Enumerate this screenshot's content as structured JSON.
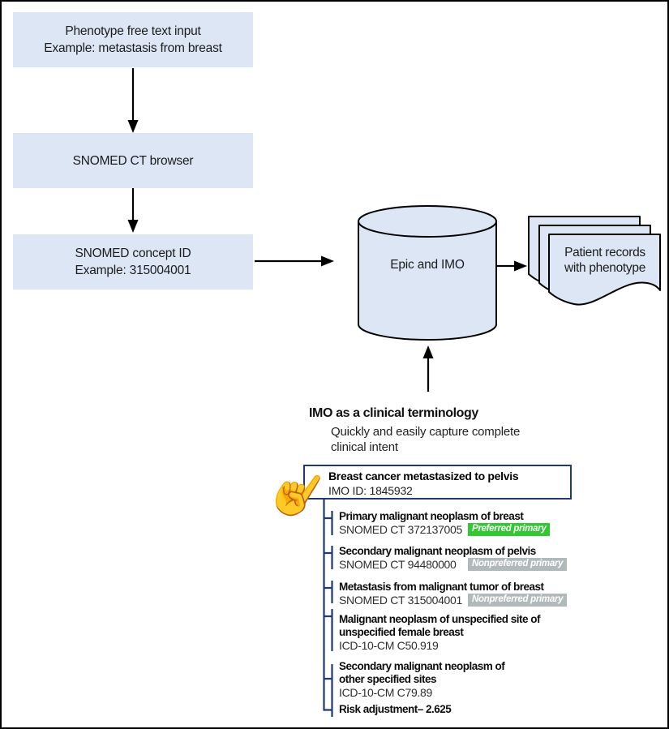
{
  "flow": {
    "boxes": [
      {
        "lines": [
          "Phenotype free text input",
          "Example: metastasis from breast"
        ]
      },
      {
        "lines": [
          "SNOMED CT browser"
        ]
      },
      {
        "lines": [
          "SNOMED concept ID",
          "Example: 315004001"
        ]
      }
    ],
    "cylinder_label": "Epic and IMO",
    "documents_label_lines": [
      "Patient records",
      "with phenotype"
    ]
  },
  "terminology": {
    "heading": "IMO as a clinical terminology",
    "subheading_lines": [
      "Quickly and easily capture complete",
      "clinical intent"
    ],
    "selected": {
      "title": "Breast cancer metastasized to pelvis",
      "id_line": "IMO ID: 1845932"
    },
    "items": [
      {
        "title_lines": [
          "Primary malignant neoplasm of breast"
        ],
        "code": "SNOMED CT 372137005",
        "badge": "Preferred primary"
      },
      {
        "title_lines": [
          "Secondary malignant neoplasm of pelvis"
        ],
        "code": "SNOMED CT 94480000",
        "badge": "Nonpreferred primary"
      },
      {
        "title_lines": [
          "Metastasis from malignant tumor of breast"
        ],
        "code": "SNOMED CT 315004001",
        "badge": "Nonpreferred primary"
      },
      {
        "title_lines": [
          "Malignant neoplasm of unspecified site of",
          "unspecified female breast"
        ],
        "code": "ICD-10-CM C50.919"
      },
      {
        "title_lines": [
          "Secondary malignant neoplasm of",
          "other specified sites"
        ],
        "code": "ICD-10-CM C79.89"
      },
      {
        "title_lines": [
          "Risk adjustment– 2.625"
        ]
      }
    ]
  },
  "icons": {
    "hand_pointer_icon": "☝"
  },
  "colors": {
    "box_fill": "#dce6f5",
    "outline_black": "#000000",
    "tree_navy": "#1e3a6e",
    "badge_green": "#31c831",
    "badge_gray": "#b2b9bb"
  }
}
